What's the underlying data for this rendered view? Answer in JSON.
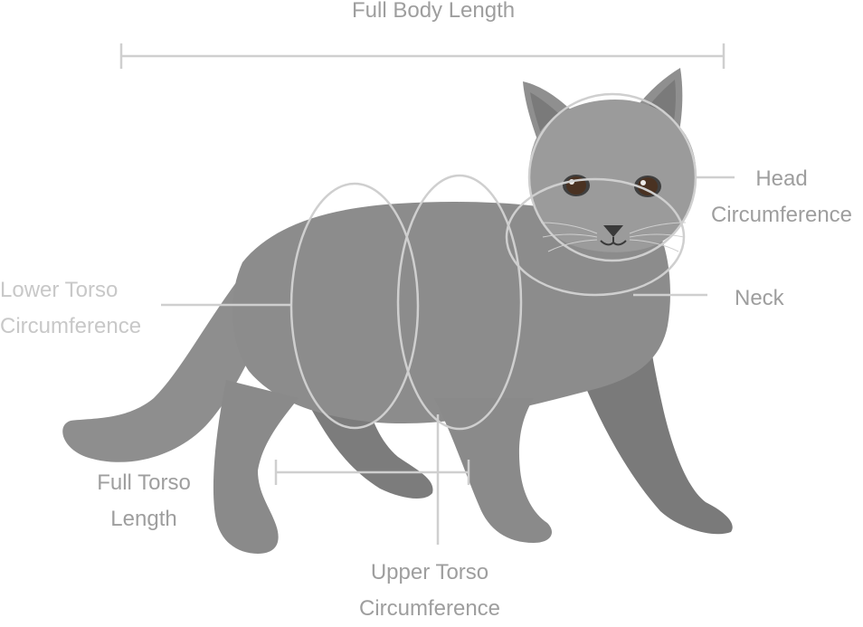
{
  "labels": {
    "full_body_length": "Full Body Length",
    "head_circumference": [
      "Head",
      "Circumference"
    ],
    "neck": "Neck",
    "lower_torso_circumference": [
      "Lower Torso",
      "Circumference"
    ],
    "full_torso_length": [
      "Full Torso",
      "Length"
    ],
    "upper_torso_circumference": [
      "Upper Torso",
      "Circumference"
    ]
  },
  "colors": {
    "label_text": "#9e9e9e",
    "label_text_light": "#c8c8c8",
    "guide_lines": "#cfcfcf",
    "cat_body": "#8c8c8c",
    "cat_far_limbs": "#7a7a7a",
    "cat_head": "#9a9a9a",
    "eye_iris": "#4a3222"
  }
}
